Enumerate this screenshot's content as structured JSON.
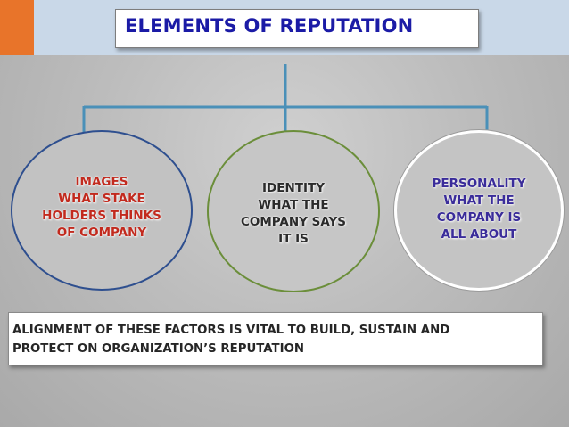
{
  "title": "ELEMENTS OF REPUTATION",
  "nodes": [
    {
      "id": "images",
      "text": "IMAGES\nWHAT STAKE\nHOLDERS THINKS\nOF COMPANY",
      "color": "#c22a1e",
      "border": "#2e4f8f"
    },
    {
      "id": "identity",
      "text": "IDENTITY\nWHAT THE\nCOMPANY SAYS\nIT IS",
      "color": "#2b2b2b",
      "border": "#6b8e3a"
    },
    {
      "id": "personality",
      "text": "PERSONALITY\nWHAT THE\nCOMPANY IS\nALL ABOUT",
      "color": "#3a2c9a",
      "border": "#ffffff"
    }
  ],
  "footer": " ALIGNMENT OF THESE FACTORS IS VITAL  TO BUILD,  SUSTAIN AND\nPROTECT ON ORGANIZATION’S REPUTATION",
  "colors": {
    "title": "#1b1ba6",
    "connector": "#4a90b8",
    "accent": "#e8742a",
    "band": "#c9d8e8"
  }
}
